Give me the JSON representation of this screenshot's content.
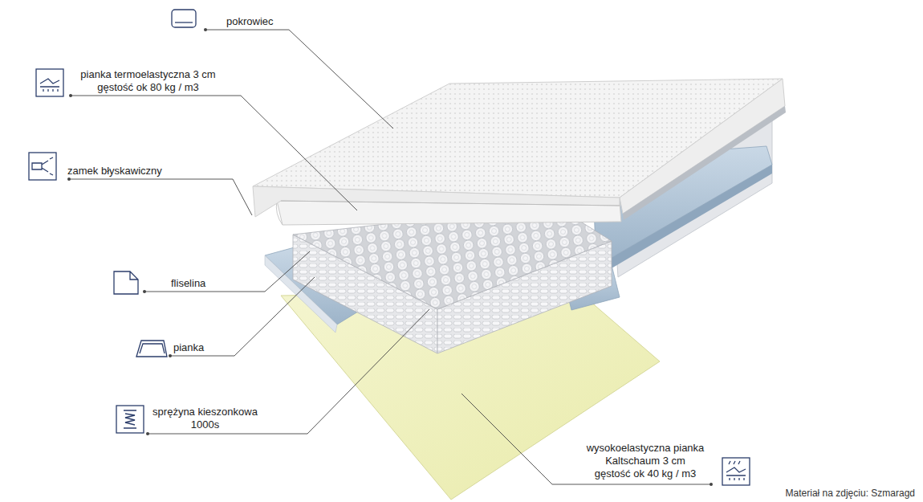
{
  "diagram": {
    "labels": [
      "pokrowiec",
      "pianka termoelastyczna 3 cm gęstość ok 80 kg / m3",
      "zamek błyskawiczny",
      "fliselina",
      "pianka",
      "sprężyna kieszonkowa 1000s",
      "wysokoelastyczna pianka Kaltschaum 3 cm gęstość ok 40 kg / m3",
      "Materiał na zdjęciu: Szmaragd"
    ]
  }
}
